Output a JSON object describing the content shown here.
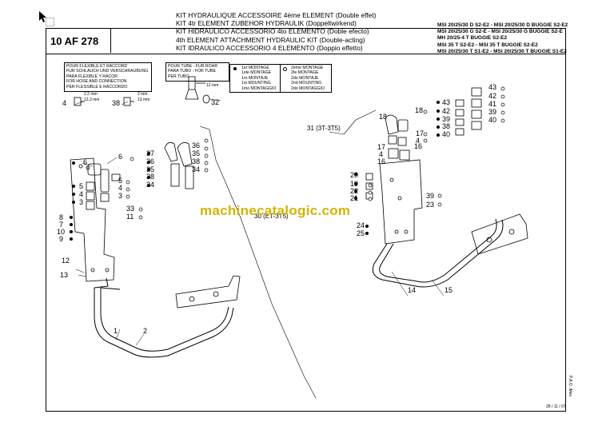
{
  "header": {
    "title_lines": [
      "KIT HYDRAULIQUE ACCESSOIRE 4ème ELEMENT (Double effet)",
      "KIT 4tr ELEMENT ZUBEHOR HYDRAULIK (Doppeltwirkend)",
      "KIT HIDRAULICO ACCESSORIO 4to ELEMENTO (Doble efecto)",
      "4th ELEMENT ATTACHMENT HYDRAULIC KIT (Double-acting)",
      "KIT IDRAULICO ACCESSORIO 4 ELEMENTO (Doppio effetto)"
    ],
    "reference": "10 AF 278",
    "models": [
      "MSI 20/25/30 D S2-E2 - MSI 20/25/30 D BUGGIE S2-E2",
      "MSI 20/25/30 G S2-E - MSI 20/25/30 G BUGGIE S2-E",
      "MH 20/25-4 T BUGGIE S2-E2",
      "MSI 35 T S2-E2 - MSI 35 T BUGGIE S2-E2",
      "MSI 20/25/30 T S1-E2 - MSI 20/25/30 T BUGGIE S1-E2"
    ]
  },
  "legend_hose": {
    "lines": [
      "POUR FLEXIBLE ET RACCORD",
      "FUR SCHLAUCH UND VERSCHRAUBUNG",
      "PARA FLEXIBLE Y RACOR",
      "FOR HOSE AND CONNECTION",
      "PER FLESSIBLE E RACCORDO"
    ],
    "item_a": "4",
    "item_a_dims": [
      "2.2 mm",
      "13.3 mm"
    ],
    "item_b": "38",
    "item_b_dims": [
      "2 mm",
      "13 mm"
    ]
  },
  "legend_tube": {
    "lines": [
      "POUR TUBE - FUR ROHR",
      "PARA TUBO - FOR TUBE",
      "PER TUBO"
    ],
    "item": "32",
    "dim": "12 mm"
  },
  "legend_mount": {
    "first": [
      "1er MONTAGE",
      "1ste MONTAGE",
      "1ro MONTAJE",
      "1st MOUNTING",
      "1mo MONTAGGIO"
    ],
    "second": [
      "2ème MONTAGE",
      "2te MONTAGE",
      "2do MONTAJE",
      "2nd MOUNTING",
      "2do MONTAGGIO"
    ]
  },
  "callouts": {
    "left": [
      "6",
      "5",
      "4",
      "3",
      "8",
      "7",
      "10",
      "9",
      "12",
      "13",
      "33",
      "11",
      "1",
      "2"
    ],
    "mid": [
      "37",
      "36",
      "35",
      "35",
      "38",
      "34",
      "36",
      "38",
      "34",
      "30 (ET-3T5)"
    ],
    "right": [
      "31 (3T-3T5)",
      "18",
      "18",
      "17",
      "4",
      "17",
      "4",
      "16",
      "16",
      "20",
      "19",
      "22",
      "21",
      "39",
      "23",
      "24",
      "25",
      "14",
      "15"
    ],
    "far_right": [
      "43",
      "42",
      "41",
      "39",
      "40",
      "43",
      "42",
      "38",
      "40"
    ]
  },
  "watermark": "machinecatalogic.com",
  "footer": {
    "date": "28 / 11 / 07",
    "side_note": "P.A.O. iMes"
  }
}
